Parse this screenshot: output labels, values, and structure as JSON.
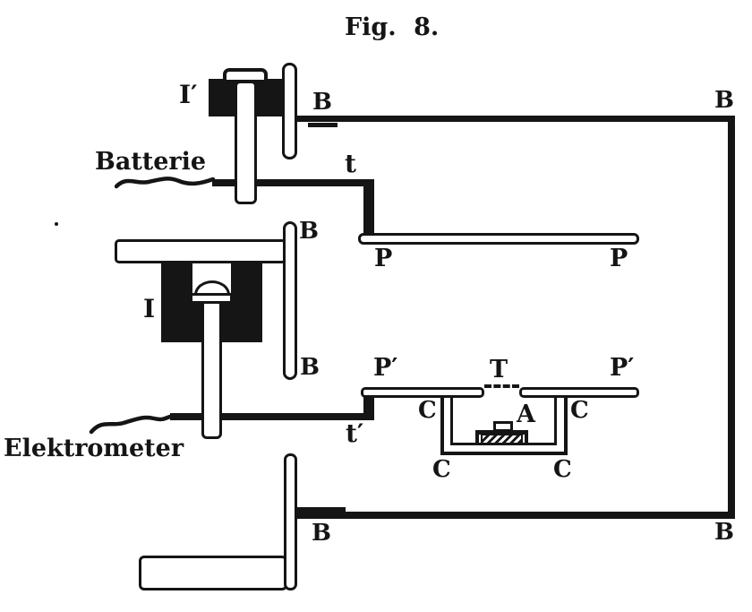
{
  "figure": {
    "title": "Fig. 8.",
    "colors": {
      "ink": "#151515",
      "paper": "#ffffff"
    },
    "labels": {
      "battery": "Batterie",
      "electrometer": "Elektrometer",
      "insulator_upper": "I′",
      "insulator_lower": "I",
      "wire_upper": "t",
      "wire_lower": "t′",
      "shield": "B",
      "plate_upper": "P",
      "plate_lower": "P′",
      "cup": "C",
      "opening": "T",
      "sample": "A"
    }
  }
}
